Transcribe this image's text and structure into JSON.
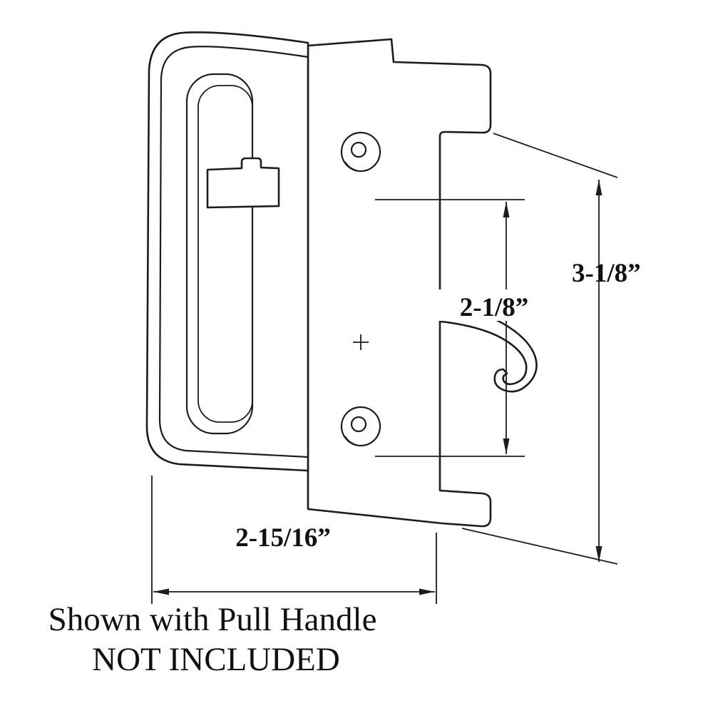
{
  "diagram": {
    "type": "technical-drawing",
    "subject": "sliding-screen-door-latch-with-pull-handle",
    "dimension_labels": {
      "overall_height": "3-1/8”",
      "inner_height": "2-1/8”",
      "base_width": "2-15/16”"
    },
    "caption": {
      "line1": "Shown with Pull Handle",
      "line2": "NOT INCLUDED"
    },
    "colors": {
      "line": "#1c1c1c",
      "background": "#ffffff"
    }
  }
}
